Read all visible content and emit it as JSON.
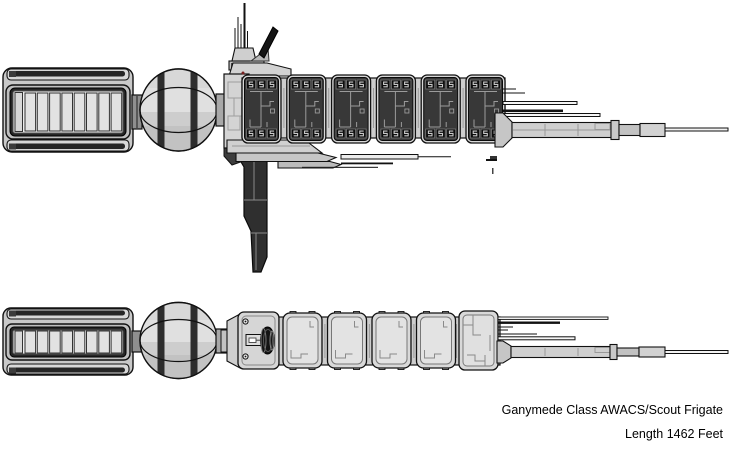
{
  "page": {
    "background": "#ffffff"
  },
  "labels": {
    "ship_class": "Ganymede Class AWACS/Scout Frigate",
    "ship_length": "Length 1462 Feet"
  },
  "views": {
    "side": {
      "module_count": 6
    },
    "top": {
      "module_count": 4
    }
  },
  "engine": {
    "slat_count": 8
  },
  "colors": {
    "outline": "#111111",
    "hull": "#d4d4d4",
    "hull_shadow": "#bcbcbc",
    "panel_dark": "#383838",
    "window_black": "#0d0d0d",
    "trace": "#9b9b9b",
    "marking_red": "#7a2020"
  }
}
